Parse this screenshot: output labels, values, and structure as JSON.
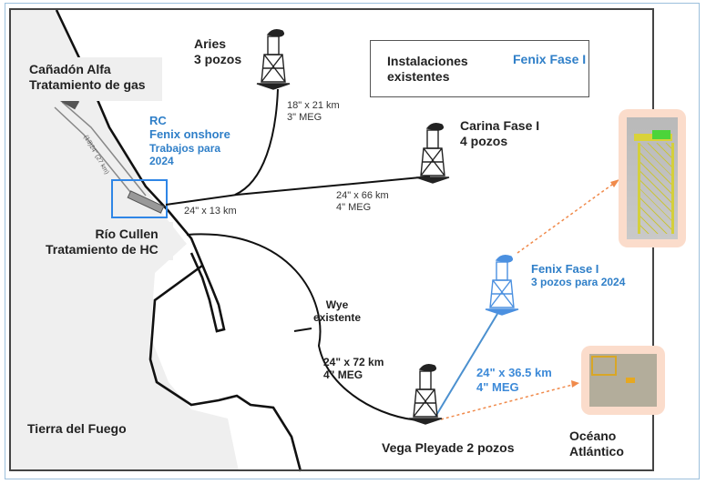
{
  "legend": {
    "existing_label": "Instalaciones existentes",
    "existing_line1": "Instalaciones",
    "existing_line2": "existentes",
    "new_label": "Fenix Fase I"
  },
  "colors": {
    "existing": "#222222",
    "new_project": "#2f7fc8",
    "onshore_highlight": "#2f86e6",
    "photo_link": "#f08a4b",
    "land": "#efefef"
  },
  "regions": {
    "land": "Tierra del Fuego",
    "ocean_line1": "Océano",
    "ocean_line2": "Atlántico"
  },
  "facilities": {
    "canadon_alfa": {
      "line1": "Cañadón Alfa",
      "line2": "Tratamiento de gas"
    },
    "rio_cullen": {
      "line1": "Río Cullen",
      "line2": "Tratamiento de HC"
    },
    "rc_onshore": {
      "line1": "RC",
      "line2": "Fenix onshore",
      "line3": "Trabajos para",
      "line4": "2024"
    },
    "onshore_pipe_label": "(13)24\" (27 km)"
  },
  "platforms": {
    "aries": {
      "line1": "Aries",
      "line2": "3 pozos"
    },
    "carina": {
      "line1": "Carina Fase I",
      "line2": "4 pozos"
    },
    "fenix": {
      "line1": "Fenix Fase I",
      "line2": "3 pozos para 2024"
    },
    "vega": {
      "label": "Vega Pleyade 2 pozos"
    },
    "wye": {
      "line1": "Wye",
      "line2": "existente"
    }
  },
  "pipelines": {
    "rc_junction": {
      "spec": "24\" x 13 km"
    },
    "aries": {
      "spec": "18\" x 21 km",
      "meg": "3\" MEG"
    },
    "carina": {
      "spec": "24\" x 66 km",
      "meg": "4\" MEG"
    },
    "vega": {
      "spec": "24\" x 72 km",
      "meg": "4\" MEG"
    },
    "fenix": {
      "spec": "24\" x 36.5 km",
      "meg": "4\" MEG"
    }
  }
}
